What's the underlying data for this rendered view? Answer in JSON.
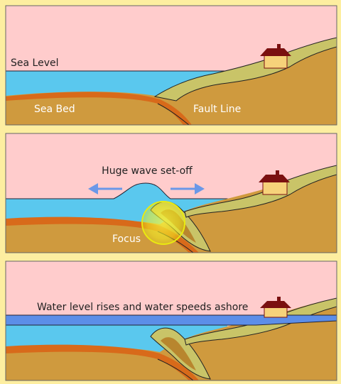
{
  "panel1": {
    "sea_level_label": "Sea Level",
    "sea_bed_label": "Sea Bed",
    "fault_line_label": "Fault Line"
  },
  "panel2": {
    "wave_label": "Huge wave set-off",
    "focus_label": "Focus"
  },
  "panel3": {
    "rise_label": "Water level rises and water speeds ashore"
  },
  "colors": {
    "sky": "#ffcccc",
    "water": "#5ac8ee",
    "surge": "#5c8ee8",
    "land": "#cf9a3e",
    "land_top": "#c9c468",
    "crust": "#d86a1a",
    "house_wall": "#f6d27a",
    "house_roof": "#7a1010",
    "arrow": "#6a98e8",
    "focus": "#f2f21a"
  }
}
